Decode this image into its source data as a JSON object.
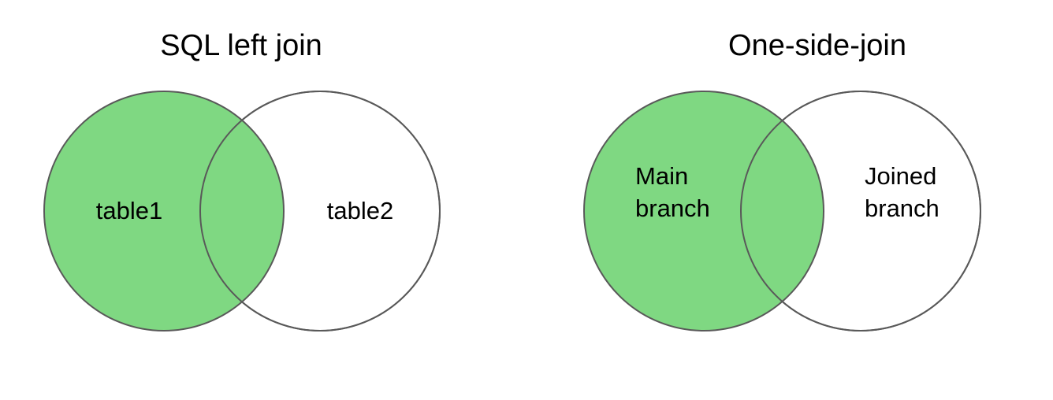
{
  "colors": {
    "selected_fill": "#7fd882",
    "unselected_fill": "#ffffff",
    "stroke": "#595959",
    "text": "#000000"
  },
  "diagrams": [
    {
      "title": "SQL left join",
      "left_set": {
        "label_lines": [
          "table1"
        ],
        "selected": true
      },
      "right_set": {
        "label_lines": [
          "table2"
        ],
        "selected": false
      },
      "intersection_selected": true
    },
    {
      "title": "One-side-join",
      "left_set": {
        "label_lines": [
          "Main",
          "branch"
        ],
        "selected": true
      },
      "right_set": {
        "label_lines": [
          "Joined",
          "branch"
        ],
        "selected": false
      },
      "intersection_selected": true
    }
  ]
}
